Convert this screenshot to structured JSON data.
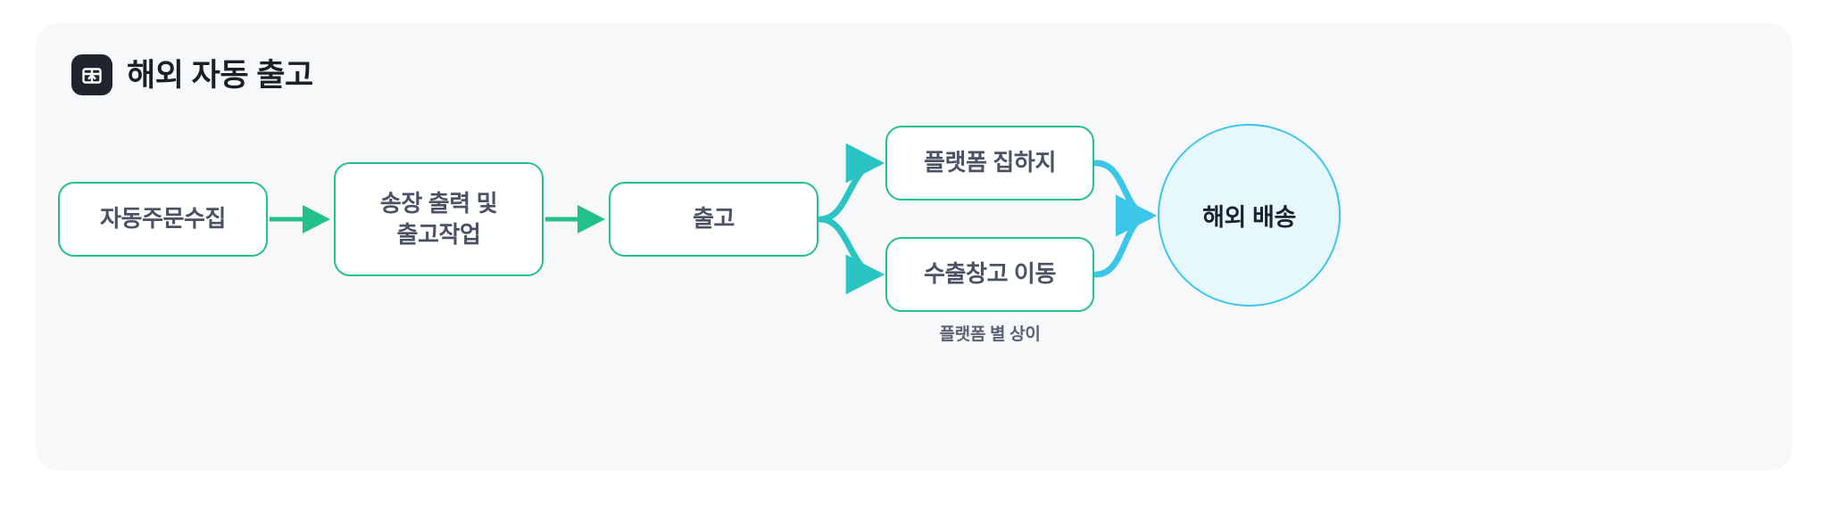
{
  "header": {
    "icon": "package-upload-icon",
    "title": "해외 자동 출고"
  },
  "colors": {
    "page_background": "#ffffff",
    "card_background": "#f7f8fa",
    "node_border_green": "#22c08a",
    "branch_teal": "#2bc4c4",
    "merge_cyan": "#3cc6e8",
    "circle_fill": "#e7f8fd",
    "node_text": "#4a5263",
    "title_text": "#1b1f27",
    "icon_background": "#20242e"
  },
  "flow": {
    "nodes": [
      {
        "id": "collect",
        "label": "자동주문수집",
        "lines": [
          "자동주문수집"
        ],
        "shape": "rounded-rect"
      },
      {
        "id": "invoice",
        "label": "송장 출력 및 출고작업",
        "lines": [
          "송장 출력 및",
          "출고작업"
        ],
        "shape": "rounded-rect"
      },
      {
        "id": "release",
        "label": "출고",
        "lines": [
          "출고"
        ],
        "shape": "rounded-rect"
      },
      {
        "id": "hub",
        "label": "플랫폼 집하지",
        "lines": [
          "플랫폼 집하지"
        ],
        "shape": "rounded-rect"
      },
      {
        "id": "export",
        "label": "수출창고 이동",
        "lines": [
          "수출창고 이동"
        ],
        "shape": "rounded-rect"
      },
      {
        "id": "shipping",
        "label": "해외 배송",
        "lines": [
          "해외 배송"
        ],
        "shape": "circle"
      }
    ],
    "caption": "플랫폼 별 상이",
    "connectors": [
      {
        "from": "collect",
        "to": "invoice",
        "style": "straight-arrow",
        "color": "#22c08a"
      },
      {
        "from": "invoice",
        "to": "release",
        "style": "straight-arrow",
        "color": "#22c08a"
      },
      {
        "from": "release",
        "to": "hub",
        "style": "curve-arrow-up",
        "color": "#2bc4c4"
      },
      {
        "from": "release",
        "to": "export",
        "style": "curve-arrow-down",
        "color": "#2bc4c4"
      },
      {
        "from": "hub",
        "to": "shipping",
        "style": "curve-arrow-down",
        "color": "#3cc6e8"
      },
      {
        "from": "export",
        "to": "shipping",
        "style": "curve-arrow-up",
        "color": "#3cc6e8"
      }
    ]
  }
}
